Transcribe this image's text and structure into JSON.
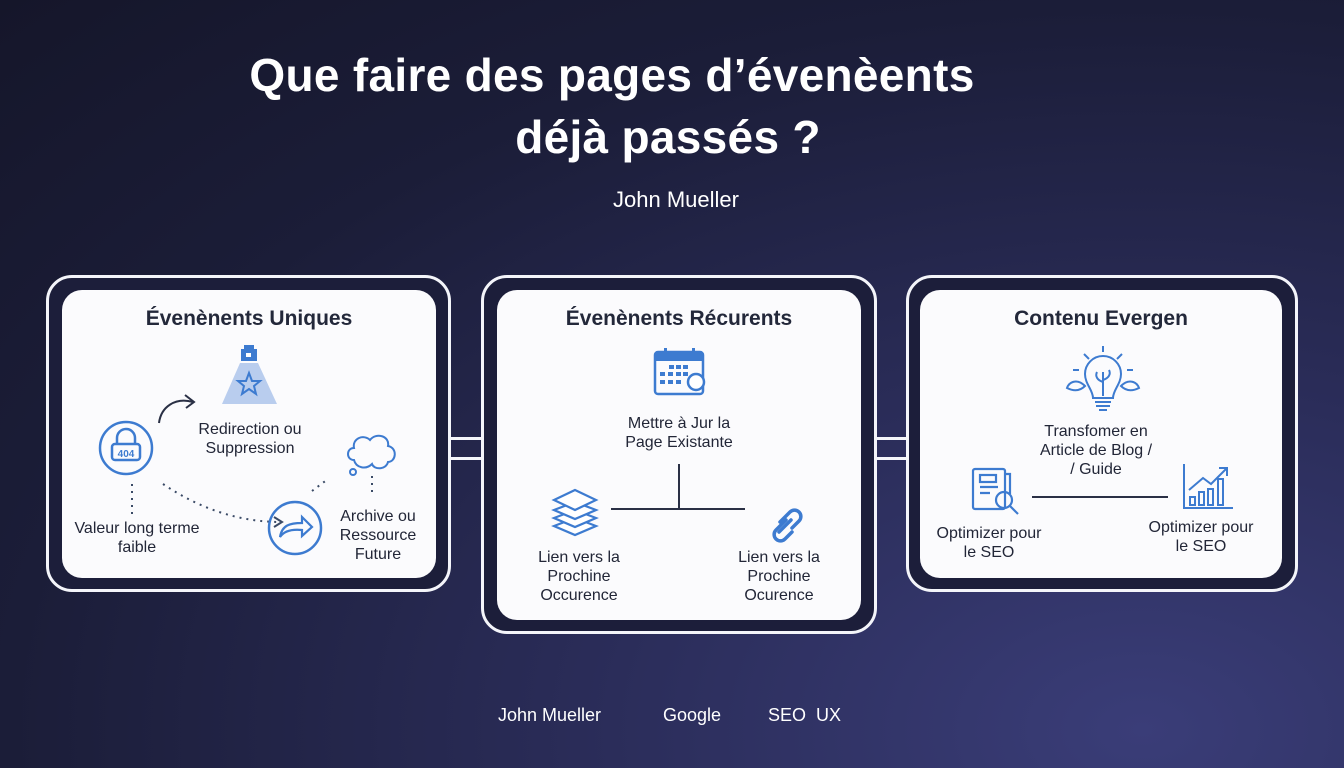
{
  "header": {
    "title_line1": "Que faire des pages d’évenèents",
    "title_line2": "déjà passés ?",
    "subtitle": "John Mueller"
  },
  "panels": [
    {
      "title": "Évenènents Uniques",
      "items": [
        {
          "icon": "lock-404-icon",
          "badge": "404",
          "label": "Valeur long terme\nfaible"
        },
        {
          "icon": "spotlight-star-icon",
          "label": "Redirection ou\nSuppression"
        },
        {
          "icon": "forward-arrow-icon",
          "label": "Archive ou\nRessource\nFuture"
        },
        {
          "icon": "thought-cloud-icon"
        }
      ]
    },
    {
      "title": "Évenènents Récurents",
      "items": [
        {
          "icon": "calendar-refresh-icon",
          "label": "Mettre à Jur la\nPage Existante"
        },
        {
          "icon": "layers-icon",
          "label": "Lien vers la\nProchine\nOccurence"
        },
        {
          "icon": "link-icon",
          "label": "Lien vers la\nProchine\nOcurence"
        }
      ]
    },
    {
      "title": "Contenu Evergen",
      "items": [
        {
          "icon": "lightbulb-plant-icon",
          "label": "Transfomer en\nArticle de Blog /\n/ Guide"
        },
        {
          "icon": "document-search-icon",
          "label": "Optimizer pour\nle SEO"
        },
        {
          "icon": "growth-chart-icon",
          "label": "Optimizer pour\nle SEO"
        }
      ]
    }
  ],
  "footer": {
    "author": "John Mueller",
    "company": "Google",
    "tags": "SEO  UX"
  },
  "colors": {
    "accent": "#3d7bd0",
    "card": "#fbfbfd",
    "frame": "#f4f5fa"
  }
}
